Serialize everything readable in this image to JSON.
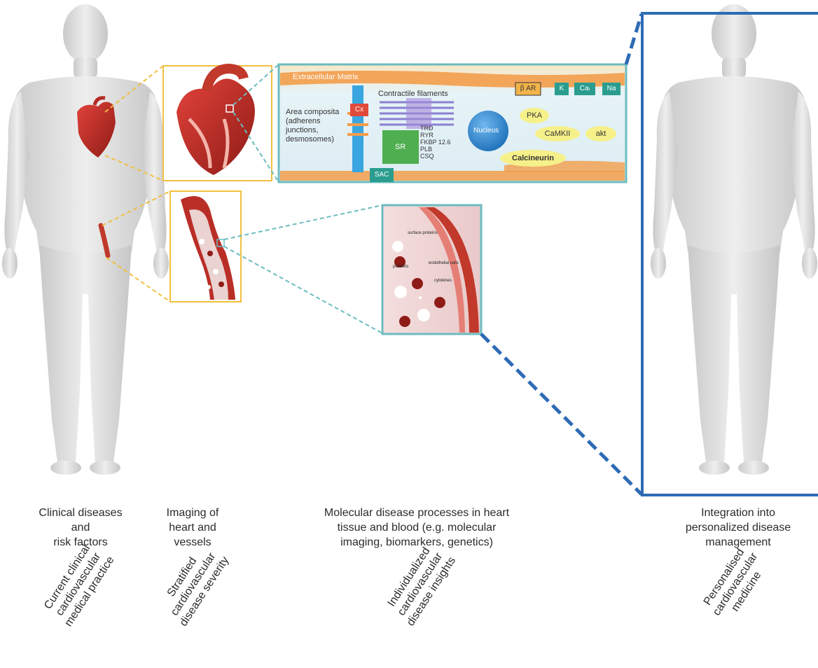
{
  "columns": [
    {
      "title": "Clinical diseases\nand\nrisk factors",
      "caption": "Current clinical\ncardiovascular\nmedical practice"
    },
    {
      "title": "Imaging of\nheart and\nvessels",
      "caption": "Stratified\ncardiovascular\ndisease severity"
    },
    {
      "title": "Molecular disease processes in heart\ntissue and blood (e.g. molecular\nimaging, biomarkers, genetics)",
      "caption": "Individualized\ncardiovascular\ndisease insights"
    },
    {
      "title": "Integration into\npersonalized disease\nmanagement",
      "caption": "Personalised\ncardiovascular\nmedicine"
    }
  ],
  "cell_panel": {
    "ecm": "Extracellular Matrix",
    "filaments": "Contractile filaments",
    "area": "Area composita\n(adherens\njunctions,\ndesmosomes)",
    "cx": "Cx",
    "sr": "SR",
    "sr_proteins": "TRD\nRYR\nFKBP 12.6\nPLB\nCSQ",
    "nucleus": "Nucleus",
    "bar": "β AR",
    "k": "K",
    "ca": "Caₗ",
    "na": "Na",
    "pka": "PKA",
    "camkii": "CaMKII",
    "akt": "akt",
    "calcineurin": "Calcineurin",
    "sac": "SAC"
  },
  "vessel_panel": {
    "label1": "surface proteins",
    "label2": "endothelial cells",
    "label3": "platelets",
    "label4": "cytokines"
  },
  "colors": {
    "zoom_yellow": "#f0c040",
    "zoom_teal": "#6cbcc0",
    "blue_frame": "#2e6bb5",
    "heart_red": "#c0392b"
  }
}
